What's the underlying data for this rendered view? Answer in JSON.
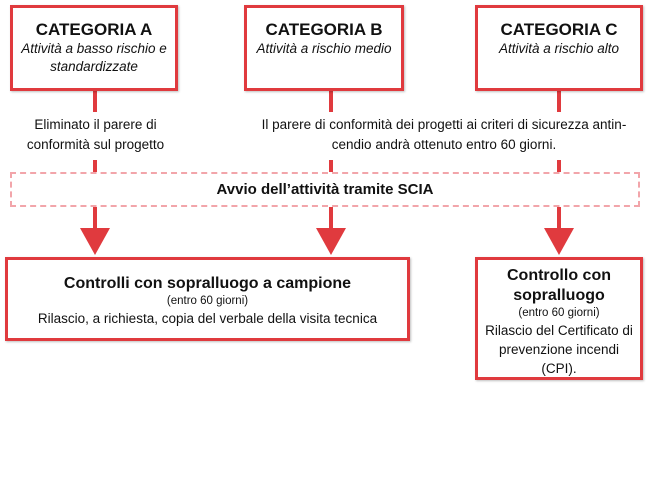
{
  "categories": [
    {
      "title": "CATEGORIA A",
      "subtitle": "Attività a basso rischio e standardizzate"
    },
    {
      "title": "CATEGORIA B",
      "subtitle": "Attività a rischio medio"
    },
    {
      "title": "CATEGORIA C",
      "subtitle": "Attività a rischio alto"
    }
  ],
  "notes": {
    "a": "Eliminato il parere di conformità sul progetto",
    "bc": "Il parere di conformità dei progetti ai criteri di sicurezza antin-cendio andrà ottenuto entro 60 giorni."
  },
  "scia": "Avvio dell’attività tramite SCIA",
  "outcomes": [
    {
      "title": "Controlli con sopralluogo a campione",
      "period": "(entro 60 giorni)",
      "text": "Rilascio, a richiesta, copia del verbale della visita tecnica"
    },
    {
      "title": "Controllo con sopralluogo",
      "period": "(entro 60 giorni)",
      "text": "Rilascio del Certificato di prevenzione incendi (CPI)."
    }
  ],
  "colors": {
    "accent": "#e03a3e",
    "dash": "#f2a5aa"
  }
}
